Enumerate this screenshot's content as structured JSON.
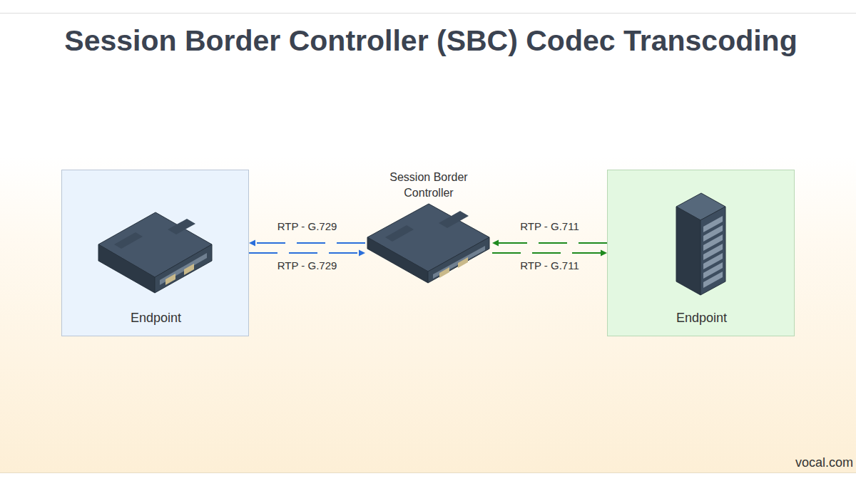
{
  "diagram": {
    "title": "Session Border Controller (SBC) Codec Transcoding",
    "nodes": [
      {
        "text": [
          "Endpoint"
        ]
      },
      {
        "text": [
          "Session Border Controller"
        ]
      },
      {
        "text": [
          "Endpoint"
        ]
      }
    ],
    "edges": [
      {
        "from": 1,
        "to": 0,
        "arrow": "to",
        "label": "RTP - G.729"
      },
      {
        "from": 0,
        "to": 1,
        "arrow": "to",
        "label": "RTP - G.729"
      },
      {
        "from": 2,
        "to": 1,
        "arrow": "to",
        "label": "RTP - G.711"
      },
      {
        "from": 1,
        "to": 2,
        "arrow": "to",
        "label": "RTP - G.711"
      }
    ],
    "labels": [
      "vocal.com"
    ]
  }
}
